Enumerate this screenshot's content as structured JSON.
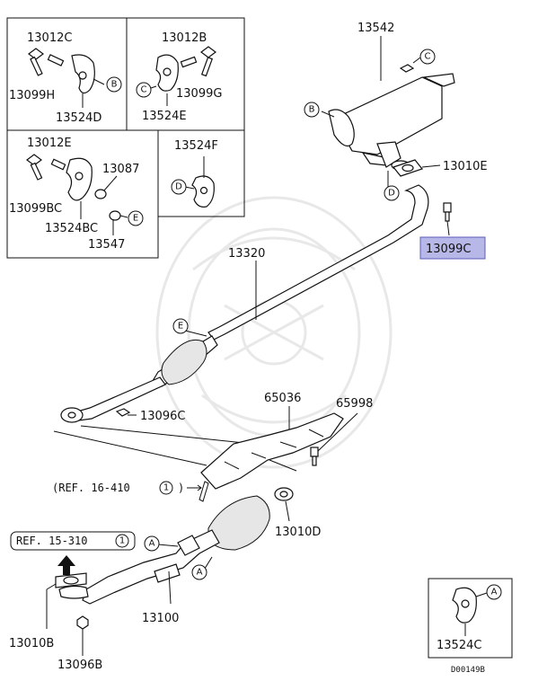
{
  "callouts": {
    "p13012C": "13012C",
    "p13099H": "13099H",
    "p13524D": "13524D",
    "p13012B": "13012B",
    "p13099G": "13099G",
    "p13524E": "13524E",
    "p13012E": "13012E",
    "p13087": "13087",
    "p13099BC": "13099BC",
    "p13524BC": "13524BC",
    "p13547": "13547",
    "p13524F": "13524F",
    "p13542": "13542",
    "p13010E": "13010E",
    "p13099C": "13099C",
    "p13320": "13320",
    "p13096C": "13096C",
    "p65036": "65036",
    "p65998": "65998",
    "p13010D": "13010D",
    "p13100": "13100",
    "p13010B": "13010B",
    "p13096B": "13096B",
    "p13524C": "13524C"
  },
  "highlight": {
    "color": "#b8b8e8",
    "border": "#5c5cb8"
  },
  "refs": {
    "ref1_prefix": "(REF. 16-410",
    "ref1_num": "1",
    "ref1_suffix": ")",
    "ref2_prefix": "REF. 15-310",
    "ref2_num": "1"
  },
  "letters": {
    "a": "A",
    "b": "B",
    "c": "C",
    "d": "D",
    "e": "E"
  },
  "diagram_code": "D00149B"
}
